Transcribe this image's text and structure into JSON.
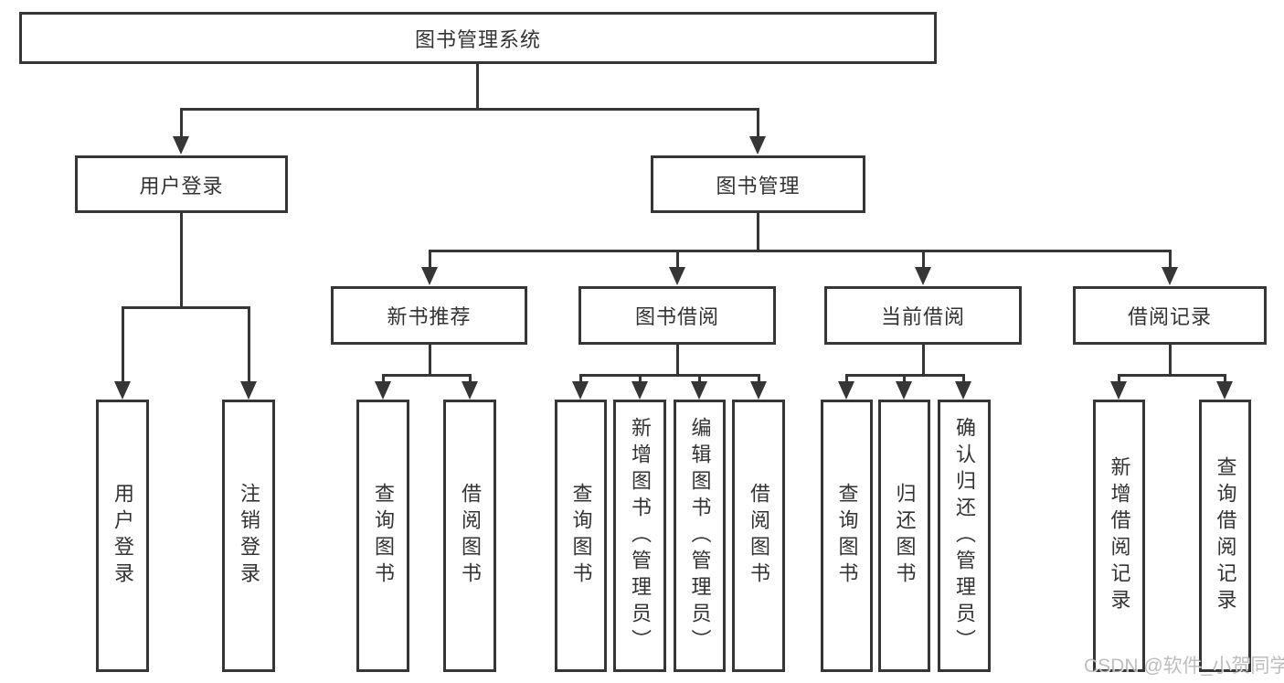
{
  "diagram": {
    "title": "图书管理系统",
    "colors": {
      "line": "#363636",
      "background": "#ffffff",
      "text": "#333333",
      "watermark_gray": "#969696"
    },
    "root": {
      "label": "图书管理系统"
    },
    "level2": [
      {
        "label": "用户登录"
      },
      {
        "label": "图书管理"
      }
    ],
    "level3": [
      {
        "label": "新书推荐",
        "parent": "图书管理"
      },
      {
        "label": "图书借阅",
        "parent": "图书管理"
      },
      {
        "label": "当前借阅",
        "parent": "图书管理"
      },
      {
        "label": "借阅记录",
        "parent": "图书管理"
      }
    ],
    "leaves": [
      {
        "label": "用户登录",
        "parent": "用户登录"
      },
      {
        "label": "注销登录",
        "parent": "用户登录"
      },
      {
        "label": "查询图书",
        "parent": "新书推荐"
      },
      {
        "label": "借阅图书",
        "parent": "新书推荐"
      },
      {
        "label": "查询图书",
        "parent": "图书借阅"
      },
      {
        "label": "新增图书（管理员）",
        "parent": "图书借阅"
      },
      {
        "label": "编辑图书（管理员）",
        "parent": "图书借阅"
      },
      {
        "label": "借阅图书",
        "parent": "图书借阅"
      },
      {
        "label": "查询图书",
        "parent": "当前借阅"
      },
      {
        "label": "归还图书",
        "parent": "当前借阅"
      },
      {
        "label": "确认归还（管理员）",
        "parent": "当前借阅"
      },
      {
        "label": "新增借阅记录",
        "parent": "借阅记录"
      },
      {
        "label": "查询借阅记录",
        "parent": "借阅记录"
      }
    ],
    "watermark": "CSDN @软件_小贺同学"
  }
}
